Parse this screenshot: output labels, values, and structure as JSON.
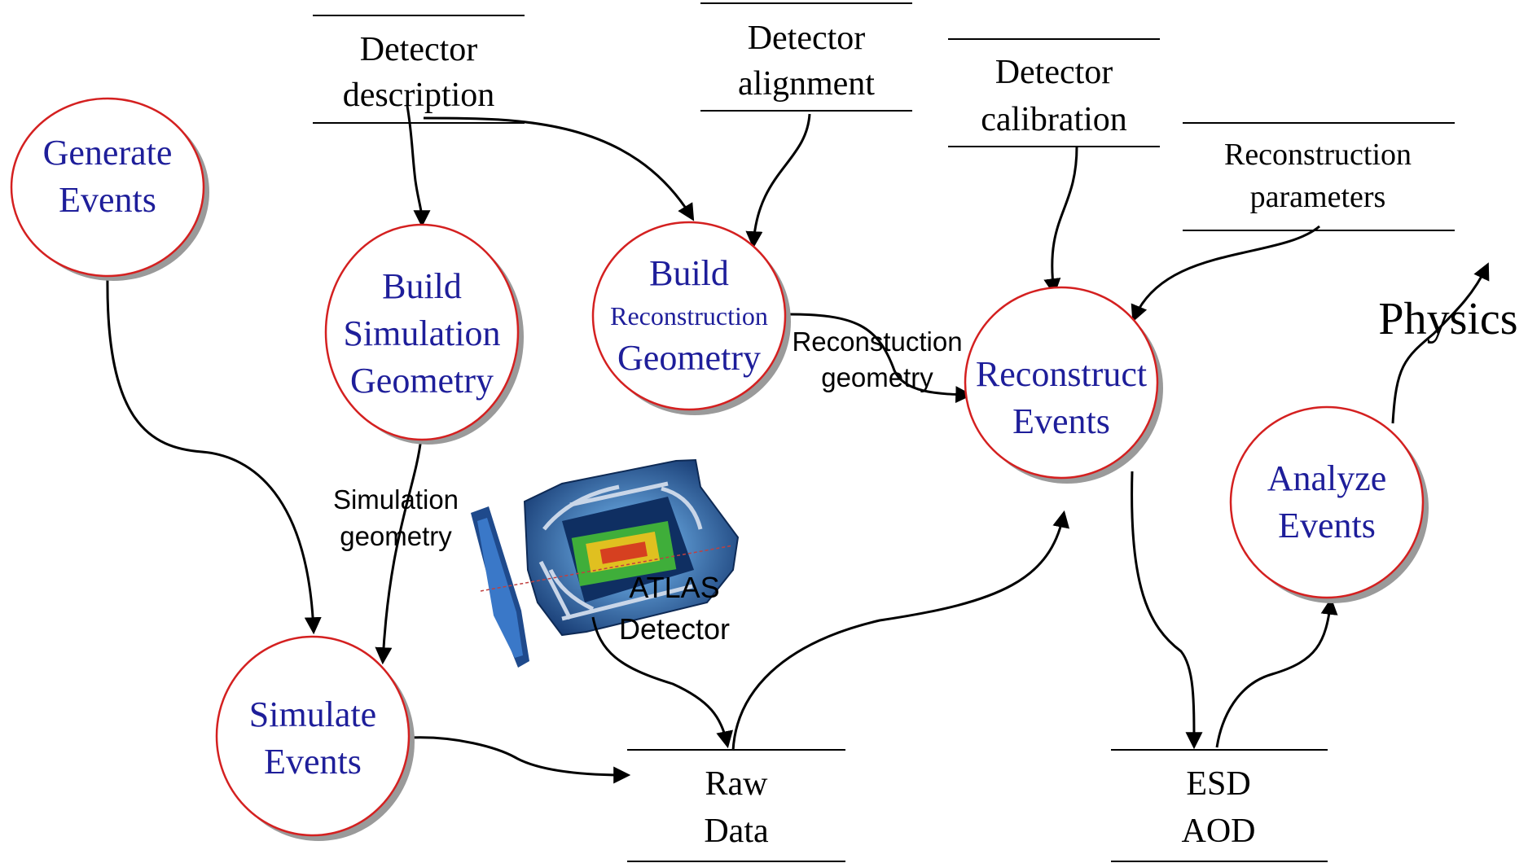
{
  "processes": {
    "generate_events": {
      "lines": [
        "Generate",
        "Events"
      ]
    },
    "build_sim_geometry": {
      "lines": [
        "Build",
        "Simulation",
        "Geometry"
      ]
    },
    "build_reco_geometry": {
      "lines": [
        "Build",
        "Reconstruction",
        "Geometry"
      ]
    },
    "reconstruct_events": {
      "lines": [
        "Reconstruct",
        "Events"
      ]
    },
    "analyze_events": {
      "lines": [
        "Analyze",
        "Events"
      ]
    },
    "simulate_events": {
      "lines": [
        "Simulate",
        "Events"
      ]
    }
  },
  "stores": {
    "detector_description": {
      "lines": [
        "Detector",
        "description"
      ]
    },
    "detector_alignment": {
      "lines": [
        "Detector",
        "alignment"
      ]
    },
    "detector_calibration": {
      "lines": [
        "Detector",
        "calibration"
      ]
    },
    "reconstruction_parameters": {
      "lines": [
        "Reconstruction",
        "parameters"
      ]
    },
    "raw_data": {
      "lines": [
        "Raw",
        "Data"
      ]
    },
    "esd_aod": {
      "lines": [
        "ESD",
        "AOD"
      ]
    }
  },
  "flows": {
    "reco_geometry": {
      "lines": [
        "Reconstuction",
        "geometry"
      ]
    },
    "sim_geometry": {
      "lines": [
        "Simulation",
        "geometry"
      ]
    },
    "atlas": {
      "lines": [
        "ATLAS",
        "Detector"
      ]
    }
  },
  "physics": {
    "label": "Physics"
  },
  "colors": {
    "circle_stroke": "#d42020",
    "process_text": "#1e1e9a",
    "shadow": "#9a9a9a",
    "detector_blue": "#1a3f7a",
    "detector_green": "#3fae3a"
  }
}
